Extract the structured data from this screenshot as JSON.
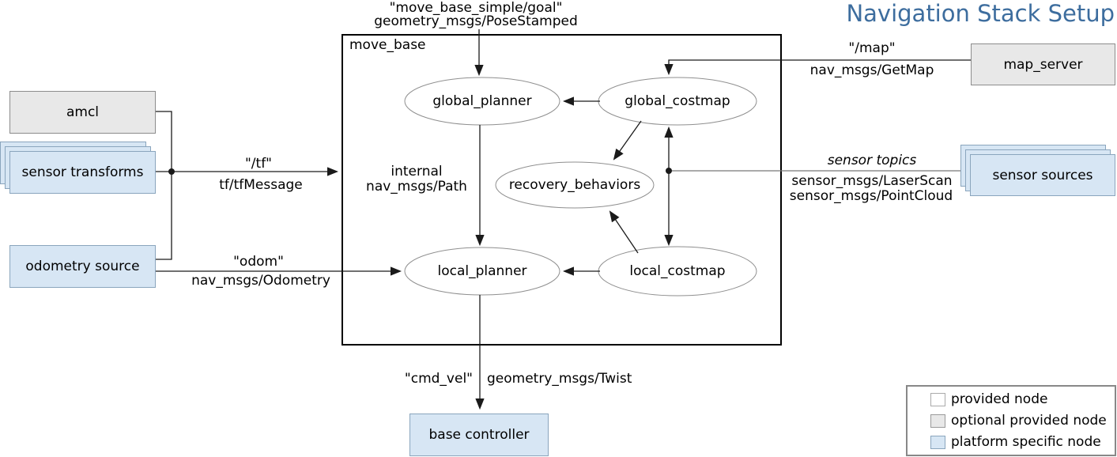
{
  "title": "Navigation Stack Setup",
  "colors": {
    "title_blue": "#3d6d9e",
    "platform_node_blue": "#d7e6f4",
    "optional_node_gray": "#e8e8e8",
    "provided_node_white": "#ffffff",
    "line_black": "#1a1a1a",
    "ellipse_stroke_gray": "#8f8f8f"
  },
  "move_base": {
    "label": "move_base"
  },
  "nodes": {
    "amcl": "amcl",
    "sensor_transforms": "sensor transforms",
    "odometry_source": "odometry source",
    "map_server": "map_server",
    "sensor_sources": "sensor sources",
    "base_controller": "base controller"
  },
  "components": {
    "global_planner": "global_planner",
    "global_costmap": "global_costmap",
    "recovery_behaviors": "recovery_behaviors",
    "local_planner": "local_planner",
    "local_costmap": "local_costmap"
  },
  "edges": {
    "goal": {
      "topic": "\"move_base_simple/goal\"",
      "type": "geometry_msgs/PoseStamped"
    },
    "tf": {
      "topic": "\"/tf\"",
      "type": "tf/tfMessage"
    },
    "odom": {
      "topic": "\"odom\"",
      "type": "nav_msgs/Odometry"
    },
    "map": {
      "topic": "\"/map\"",
      "type": "nav_msgs/GetMap"
    },
    "sensor": {
      "topic": "sensor topics",
      "type1": "sensor_msgs/LaserScan",
      "type2": "sensor_msgs/PointCloud"
    },
    "internal": {
      "topic": "internal",
      "type": "nav_msgs/Path"
    },
    "cmd_vel": {
      "topic": "\"cmd_vel\"",
      "type": "geometry_msgs/Twist"
    }
  },
  "legend": {
    "items": [
      {
        "label": "provided node",
        "swatch": "#ffffff"
      },
      {
        "label": "optional provided node",
        "swatch": "#e8e8e8"
      },
      {
        "label": "platform specific node",
        "swatch": "#d7e6f4"
      }
    ]
  }
}
